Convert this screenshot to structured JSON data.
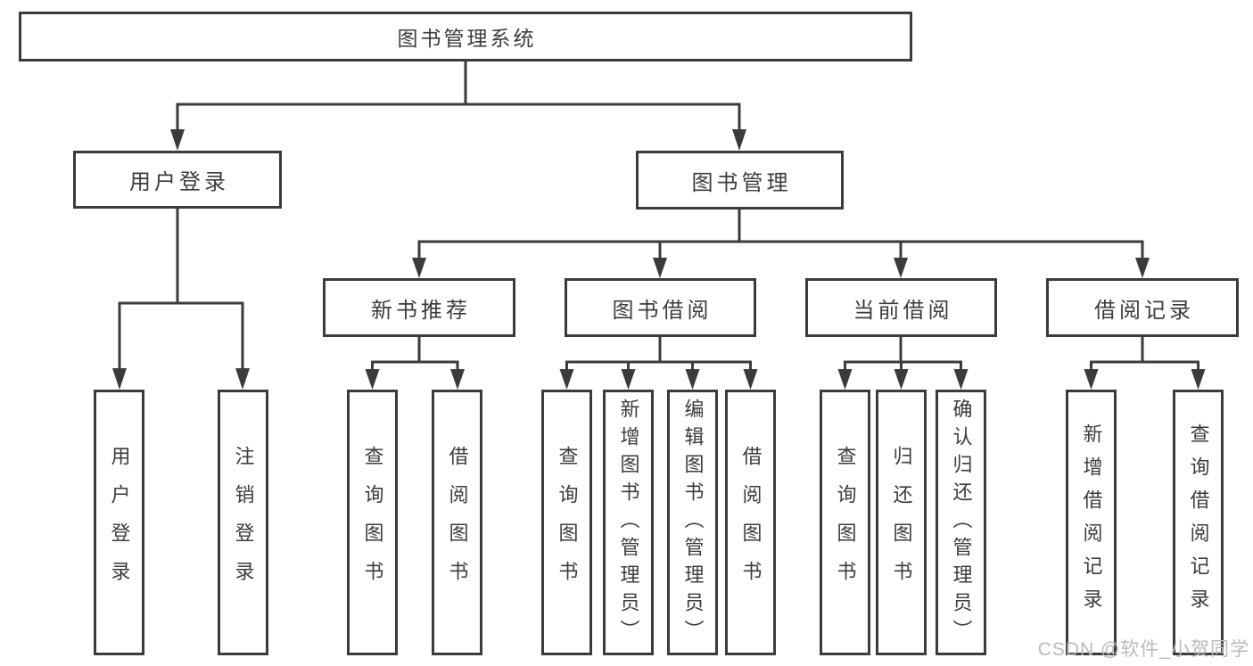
{
  "colors": {
    "line": "#3b3b3b",
    "text": "#3c3c3c",
    "background": "#ffffff",
    "watermark": "#b9b9bf"
  },
  "watermark": {
    "text": "CSDN @软件_小贺同学"
  },
  "tree": {
    "label": "图书管理系统",
    "children": [
      {
        "label": "用户登录",
        "children": [
          {
            "label": "用户登录"
          },
          {
            "label": "注销登录"
          }
        ]
      },
      {
        "label": "图书管理",
        "children": [
          {
            "label": "新书推荐",
            "children": [
              {
                "label": "查询图书"
              },
              {
                "label": "借阅图书"
              }
            ]
          },
          {
            "label": "图书借阅",
            "children": [
              {
                "label": "查询图书"
              },
              {
                "label": "新增图书（管理员）"
              },
              {
                "label": "编辑图书（管理员）"
              },
              {
                "label": "借阅图书"
              }
            ]
          },
          {
            "label": "当前借阅",
            "children": [
              {
                "label": "查询图书"
              },
              {
                "label": "归还图书"
              },
              {
                "label": "确认归还（管理员）"
              }
            ]
          },
          {
            "label": "借阅记录",
            "children": [
              {
                "label": "新增借阅记录"
              },
              {
                "label": "查询借阅记录"
              }
            ]
          }
        ]
      }
    ]
  }
}
